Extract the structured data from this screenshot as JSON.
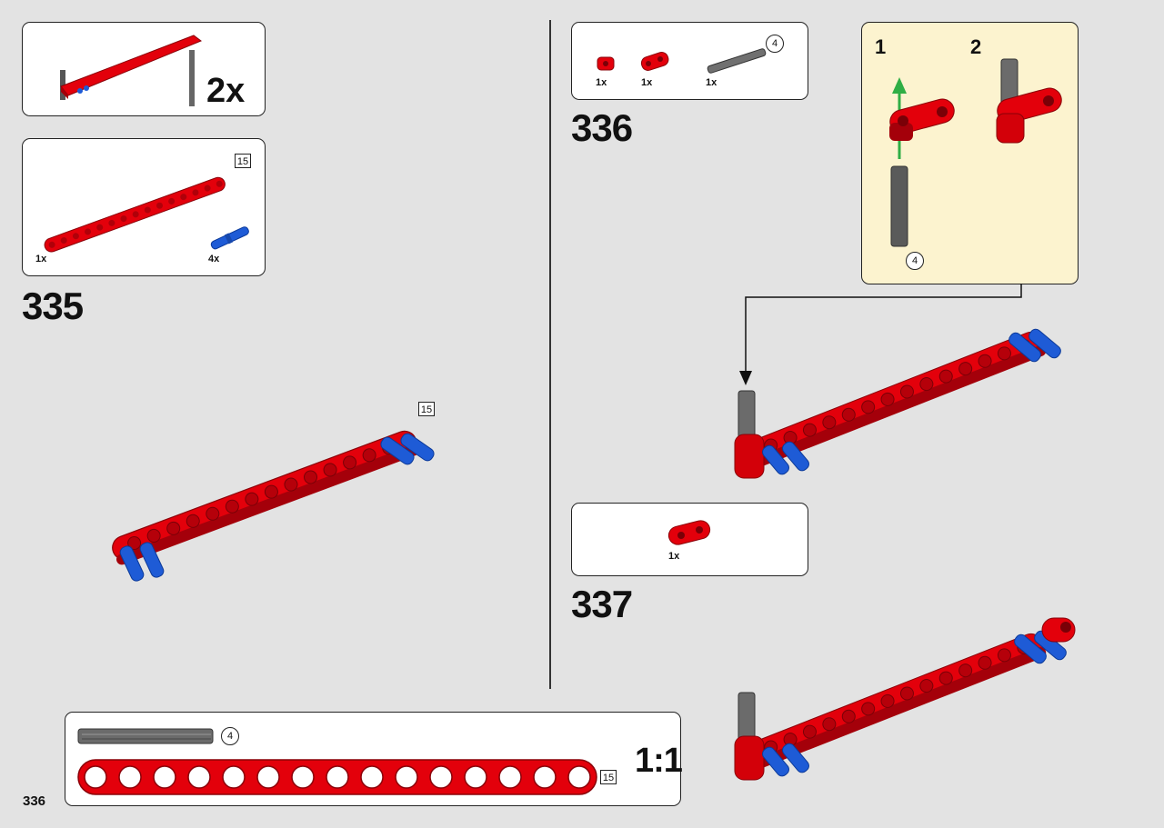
{
  "page_number": "336",
  "colors": {
    "red": "#e3000b",
    "dark_red": "#a4000a",
    "blue": "#1e5bd6",
    "gray": "#6b6b6b",
    "subassembly_bg": "#fcf3cf",
    "arrow_green": "#2fae45"
  },
  "top_callout": {
    "multiplier": "2x"
  },
  "step_335": {
    "number": "335",
    "parts": [
      {
        "name": "red-beam-15",
        "qty": "1x",
        "length": "15"
      },
      {
        "name": "blue-pin",
        "qty": "4x"
      }
    ],
    "model_length": "15"
  },
  "step_336": {
    "number": "336",
    "parts": [
      {
        "name": "red-connector-small",
        "qty": "1x"
      },
      {
        "name": "red-connector",
        "qty": "1x"
      },
      {
        "name": "gray-axle",
        "qty": "1x",
        "length": "4"
      }
    ],
    "sub_steps": [
      "1",
      "2"
    ],
    "axle_length": "4"
  },
  "step_337": {
    "number": "337",
    "parts": [
      {
        "name": "red-connector",
        "qty": "1x"
      }
    ]
  },
  "scale_box": {
    "axle_length": "4",
    "beam_length": "15",
    "scale": "1:1"
  }
}
